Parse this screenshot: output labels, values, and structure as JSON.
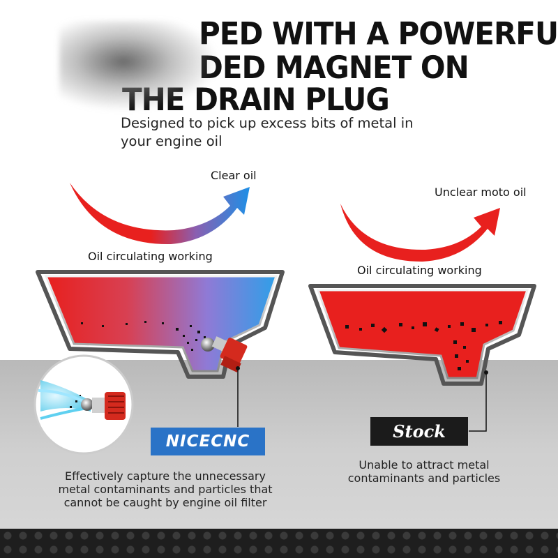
{
  "headline": {
    "line1": "PED WITH A POWERFUL",
    "line2": "DED MAGNET ON",
    "line3": "THE DRAIN PLUG"
  },
  "subtitle": "Designed to pick up excess bits of metal in your engine oil",
  "left_panel": {
    "arrow_label": "Clear oil",
    "flow_label": "Oil circulating working",
    "brand_badge": "NICECNC",
    "caption": "Effectively capture the unnecessary metal contaminants and particles that cannot be caught by engine oil filter"
  },
  "right_panel": {
    "arrow_label": "Unclear moto oil",
    "flow_label": "Oil circulating working",
    "brand_badge": "Stock",
    "caption": "Unable to attract metal contaminants and particles"
  },
  "colors": {
    "oil_red": "#e8201e",
    "oil_blue": "#2f8fe0",
    "badge_blue": "#2a73c7",
    "badge_black": "#1b1b1b",
    "magnet_red": "#d42a1e"
  },
  "icons": [
    "curved-arrow-icon",
    "magnet-drain-plug-icon",
    "oil-pan-icon"
  ]
}
